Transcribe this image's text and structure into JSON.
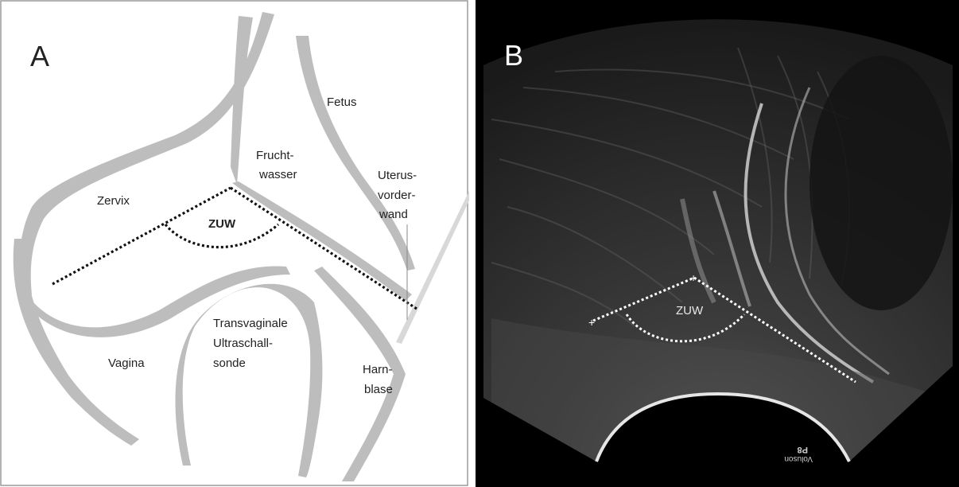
{
  "panel_a": {
    "letter": "A",
    "labels": {
      "zervix": "Zervix",
      "fruchtwasser_1": "Frucht-",
      "fruchtwasser_2": "wasser",
      "fetus": "Fetus",
      "uterus_1": "Uterus-",
      "uterus_2": "vorder-",
      "uterus_3": "wand",
      "zuw": "ZUW",
      "vagina": "Vagina",
      "sonde_1": "Transvaginale",
      "sonde_2": "Ultraschall-",
      "sonde_3": "sonde",
      "harnblase_1": "Harn-",
      "harnblase_2": "blase"
    }
  },
  "panel_b": {
    "letter": "B",
    "zuw": "ZUW",
    "device_1": "Voluson",
    "device_2": "P8"
  },
  "colors": {
    "tissue": "#b9b9b9",
    "dotted_line": "#111111",
    "ultrasound_dotted": "#ffffff"
  }
}
